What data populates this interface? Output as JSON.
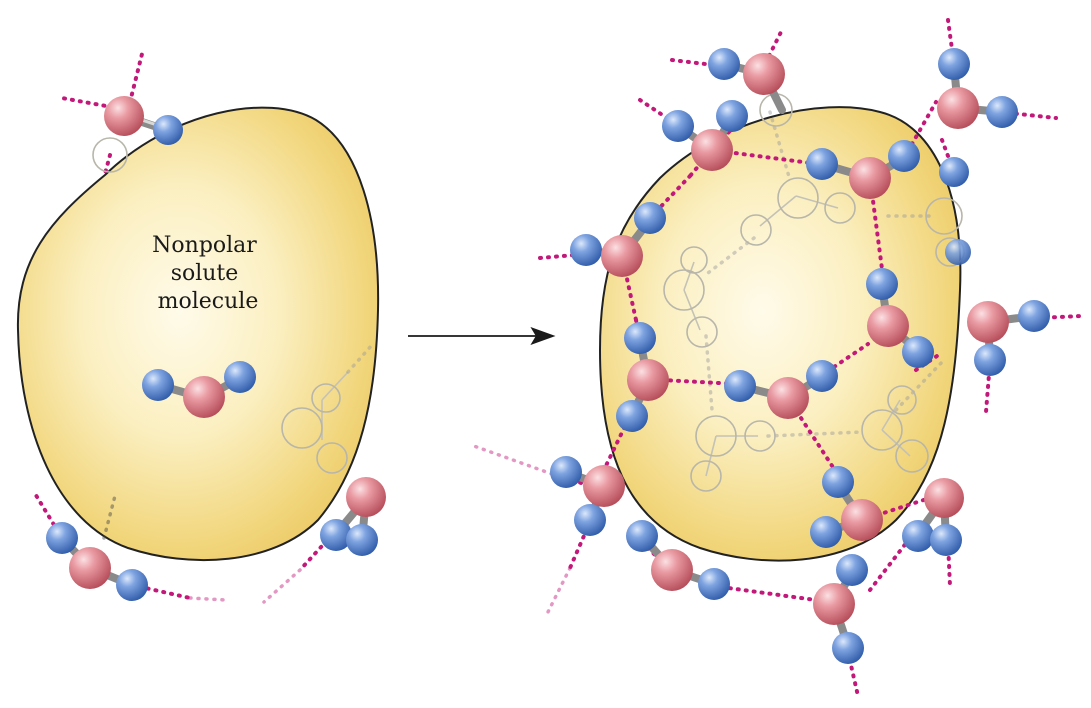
{
  "solute": {
    "label_lines": [
      "Nonpolar",
      "solute",
      "molecule"
    ]
  },
  "colors": {
    "oxygen": "#d9767f",
    "hydrogen": "#5a86d2",
    "hydrogen_bond": "#c2187a",
    "solute_fill": "#f1d57a",
    "solute_outline": "#222222",
    "arrow": "#1a1a1a"
  }
}
